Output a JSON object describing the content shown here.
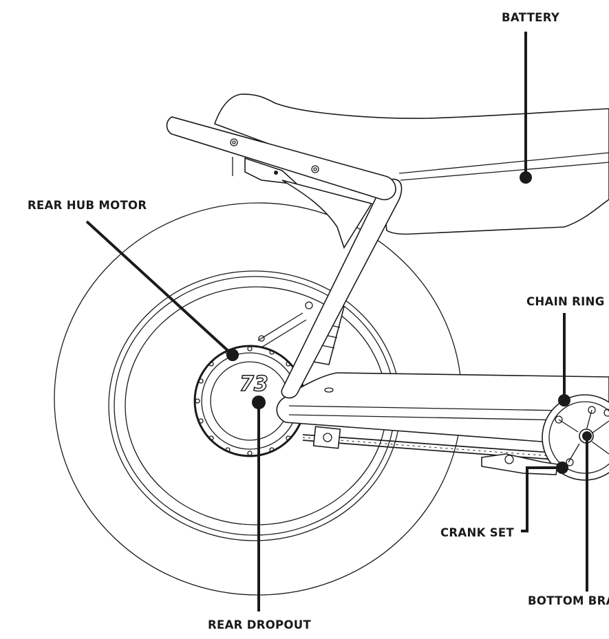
{
  "diagram": {
    "labels": {
      "battery": "BATTERY",
      "rear_hub_motor": "REAR HUB MOTOR",
      "chain_ring": "CHAIN RING",
      "crank_set": "CRANK SET",
      "rear_dropout": "REAR DROPOUT",
      "bottom_bracket": "BOTTOM BRA"
    },
    "hub_logo": "73"
  }
}
